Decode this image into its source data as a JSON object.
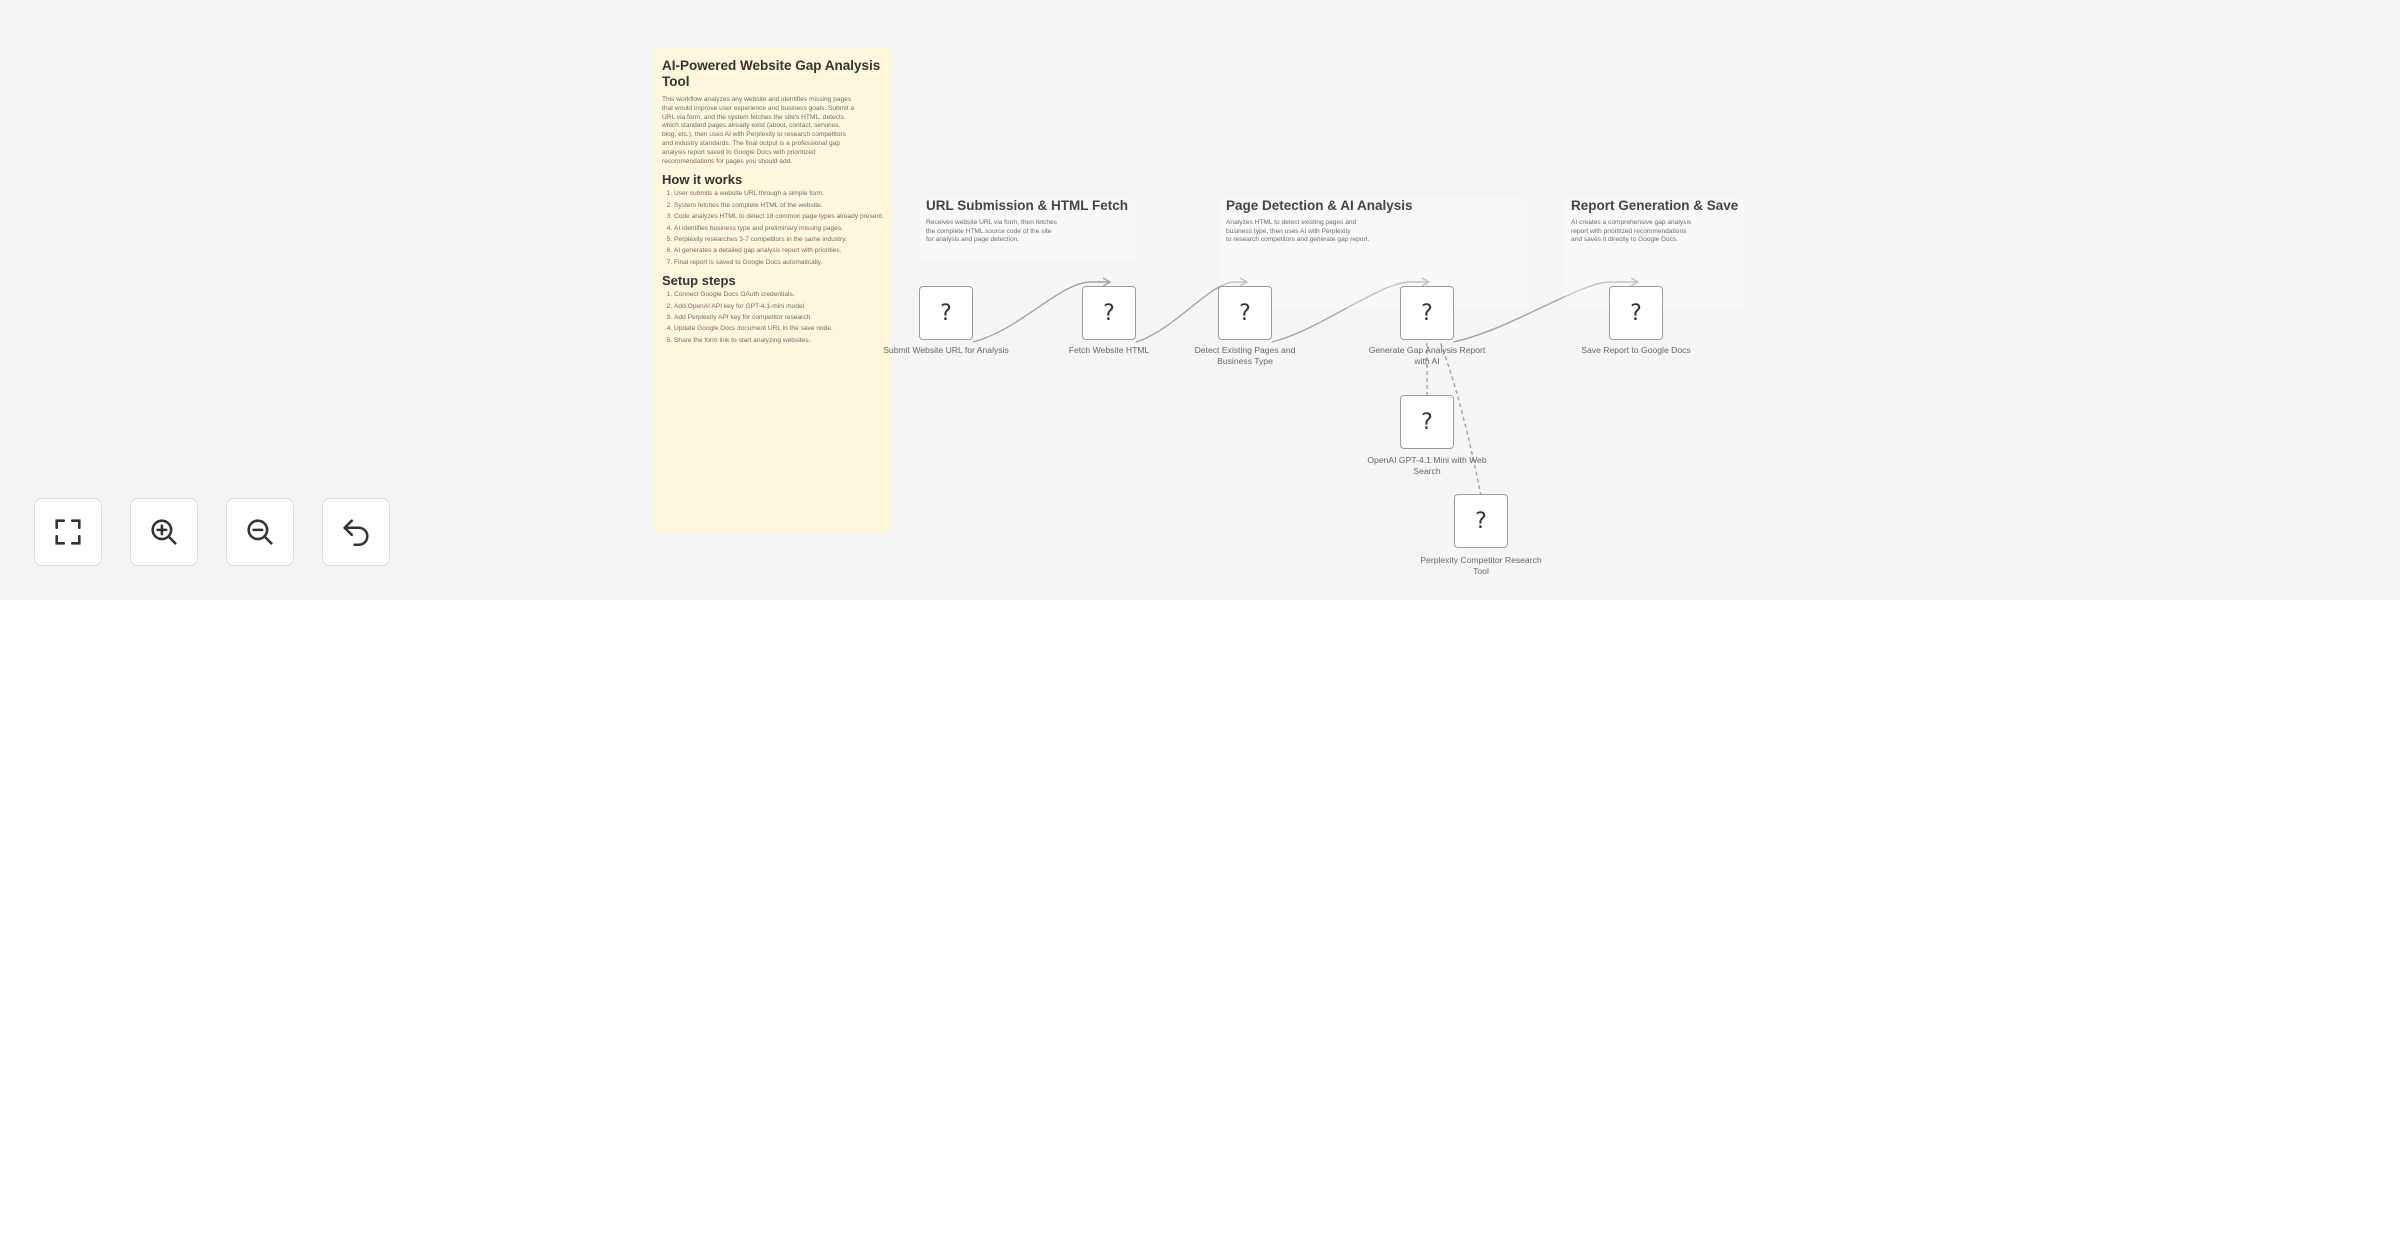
{
  "sticky_note": {
    "title": "AI-Powered Website Gap Analysis Tool",
    "description_lines": [
      "This workflow analyzes any website and identifies missing pages",
      "that would improve user experience and business goals. Submit a",
      "URL via form, and the system fetches the site's HTML, detects",
      "which standard pages already exist (about, contact, services,",
      "blog, etc.), then uses AI with Perplexity to research competitors",
      "and industry standards. The final output is a professional gap",
      "analysis report saved to Google Docs with prioritized",
      "recommendations for pages you should add."
    ],
    "how_it_works_heading": "How it works",
    "how_it_works_steps": [
      "User submits a website URL through a simple form.",
      "System fetches the complete HTML of the website.",
      "Code analyzes HTML to detect 18 common page types already present.",
      "AI identifies business type and preliminary missing pages.",
      "Perplexity researches 3-7 competitors in the same industry.",
      "AI generates a detailed gap analysis report with priorities.",
      "Final report is saved to Google Docs automatically."
    ],
    "setup_heading": "Setup steps",
    "setup_steps": [
      "Connect Google Docs OAuth credentials.",
      "Add OpenAI API key for GPT-4.1-mini model.",
      "Add Perplexity API key for competitor research.",
      "Update Google Docs document URL in the save node.",
      "Share the form link to start analyzing websites."
    ]
  },
  "sections": [
    {
      "id": "url-submission",
      "title": "URL Submission & HTML Fetch",
      "lines": [
        "Receives website URL via form, then fetches",
        "the complete HTML source code of the site",
        "for analysis and page detection."
      ]
    },
    {
      "id": "page-detection",
      "title": "Page Detection & AI Analysis",
      "lines": [
        "Analyzes HTML to detect existing pages and",
        "business type, then uses AI with Perplexity",
        "to research competitors and generate gap report."
      ]
    },
    {
      "id": "report-generation",
      "title": "Report Generation & Save",
      "lines": [
        "AI creates a comprehensive gap analysis",
        "report with prioritized recommendations",
        "and saves it directly to Google Docs."
      ]
    }
  ],
  "nodes": [
    {
      "id": "submit",
      "label": "Submit Website URL for Analysis",
      "icon": "unknown-node-icon",
      "glyph": "?"
    },
    {
      "id": "fetch",
      "label": "Fetch Website HTML",
      "icon": "unknown-node-icon",
      "glyph": "?"
    },
    {
      "id": "detect",
      "label": "Detect Existing Pages and Business Type",
      "icon": "unknown-node-icon",
      "glyph": "?"
    },
    {
      "id": "generate",
      "label": "Generate Gap Analysis Report with AI",
      "icon": "unknown-node-icon",
      "glyph": "?"
    },
    {
      "id": "save",
      "label": "Save Report to Google Docs",
      "icon": "unknown-node-icon",
      "glyph": "?"
    },
    {
      "id": "openai",
      "label": "OpenAI GPT-4.1 Mini with Web Search",
      "icon": "unknown-node-icon",
      "glyph": "?"
    },
    {
      "id": "perplexity",
      "label": "Perplexity Competitor Research Tool",
      "icon": "unknown-node-icon",
      "glyph": "?"
    }
  ],
  "controls": [
    {
      "id": "fit-view",
      "icon": "fullscreen-icon"
    },
    {
      "id": "zoom-in",
      "icon": "zoom-in-icon"
    },
    {
      "id": "zoom-out",
      "icon": "zoom-out-icon"
    },
    {
      "id": "undo",
      "icon": "undo-icon"
    }
  ],
  "colors": {
    "canvas": "#f5f5f5",
    "sticky_main": "#fff6db",
    "edge": "#a3a3a3",
    "node_border": "#9c9c9c"
  }
}
